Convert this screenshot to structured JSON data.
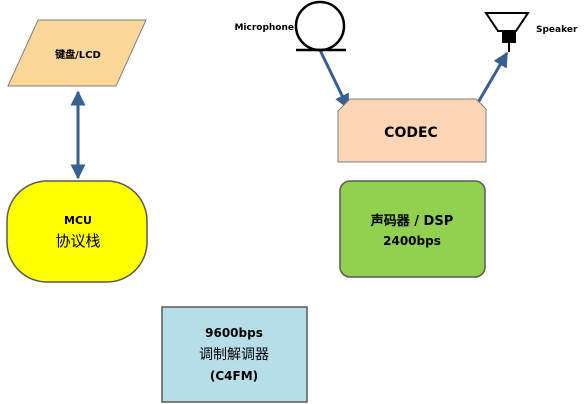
{
  "keyboard_lcd": {
    "label": "键盘/LCD"
  },
  "mcu": {
    "line1": "MCU",
    "line2": "协议栈"
  },
  "codec": {
    "label": "CODEC"
  },
  "vocoder": {
    "line1": "声码器 / DSP",
    "line2": "2400bps"
  },
  "modem": {
    "line1": "9600bps",
    "line2": "调制解调器",
    "line3": "(C4FM)"
  },
  "microphone": {
    "label": "Microphone",
    "icon": "microphone-icon"
  },
  "speaker": {
    "label": "Speaker",
    "icon": "speaker-icon"
  },
  "colors": {
    "keyboard_fill": "#fcd79a",
    "mcu_fill": "#ffff00",
    "codec_fill": "#fbd5b5",
    "vocoder_fill": "#92d050",
    "modem_fill": "#b7dde8",
    "connector": "#376092"
  }
}
